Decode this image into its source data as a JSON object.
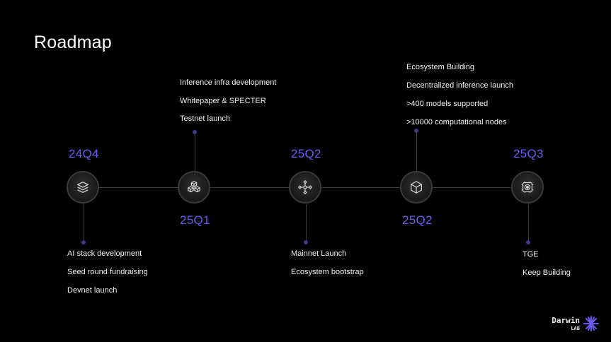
{
  "title": "Roadmap",
  "milestones": [
    {
      "quarter": "24Q4",
      "icon": "stack-layers-icon",
      "items": [
        "AI stack development",
        "Seed round fundraising",
        "Devnet launch"
      ]
    },
    {
      "quarter": "25Q1",
      "icon": "cubes-icon",
      "items": [
        "Inference infra development",
        "Whitepaper & SPECTER",
        "Testnet launch"
      ]
    },
    {
      "quarter": "25Q2",
      "icon": "network-nodes-icon",
      "items": [
        "Mainnet Launch",
        "Ecosystem bootstrap"
      ]
    },
    {
      "quarter": "25Q2",
      "icon": "cube-icon",
      "items": [
        "Ecosystem Building",
        "Decentralized inference launch",
        ">400 models supported",
        ">10000 computational nodes"
      ]
    },
    {
      "quarter": "25Q3",
      "icon": "target-chip-icon",
      "items": [
        "TGE",
        "Keep Building"
      ]
    }
  ],
  "logo": {
    "name": "Darwin",
    "sub": "LAB",
    "icon": "starburst-icon"
  },
  "colors": {
    "accent": "#6a5cf0",
    "background": "#000000",
    "line": "#3c3c3c"
  }
}
